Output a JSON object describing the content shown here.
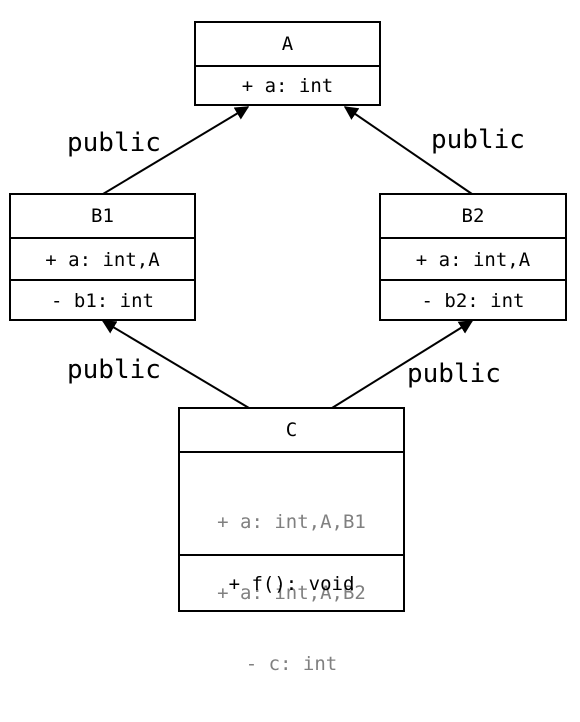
{
  "classes": {
    "A": {
      "name": "A",
      "attributes": [
        "+ a: int"
      ]
    },
    "B1": {
      "name": "B1",
      "attributes": [
        "+ a: int,A"
      ],
      "private": [
        "- b1: int"
      ]
    },
    "B2": {
      "name": "B2",
      "attributes": [
        "+ a: int,A"
      ],
      "private": [
        "- b2: int"
      ]
    },
    "C": {
      "name": "C",
      "attributes": [
        "+ a: int,A,B1",
        "+ a: int,A,B2",
        "- c: int"
      ],
      "methods": [
        "+ f(): void"
      ]
    }
  },
  "edges": [
    {
      "from": "B1",
      "to": "A",
      "label": "public"
    },
    {
      "from": "B2",
      "to": "A",
      "label": "public"
    },
    {
      "from": "C",
      "to": "B1",
      "label": "public"
    },
    {
      "from": "C",
      "to": "B2",
      "label": "public"
    }
  ],
  "colors": {
    "line": "#000000",
    "inherited_text": "#808080"
  }
}
